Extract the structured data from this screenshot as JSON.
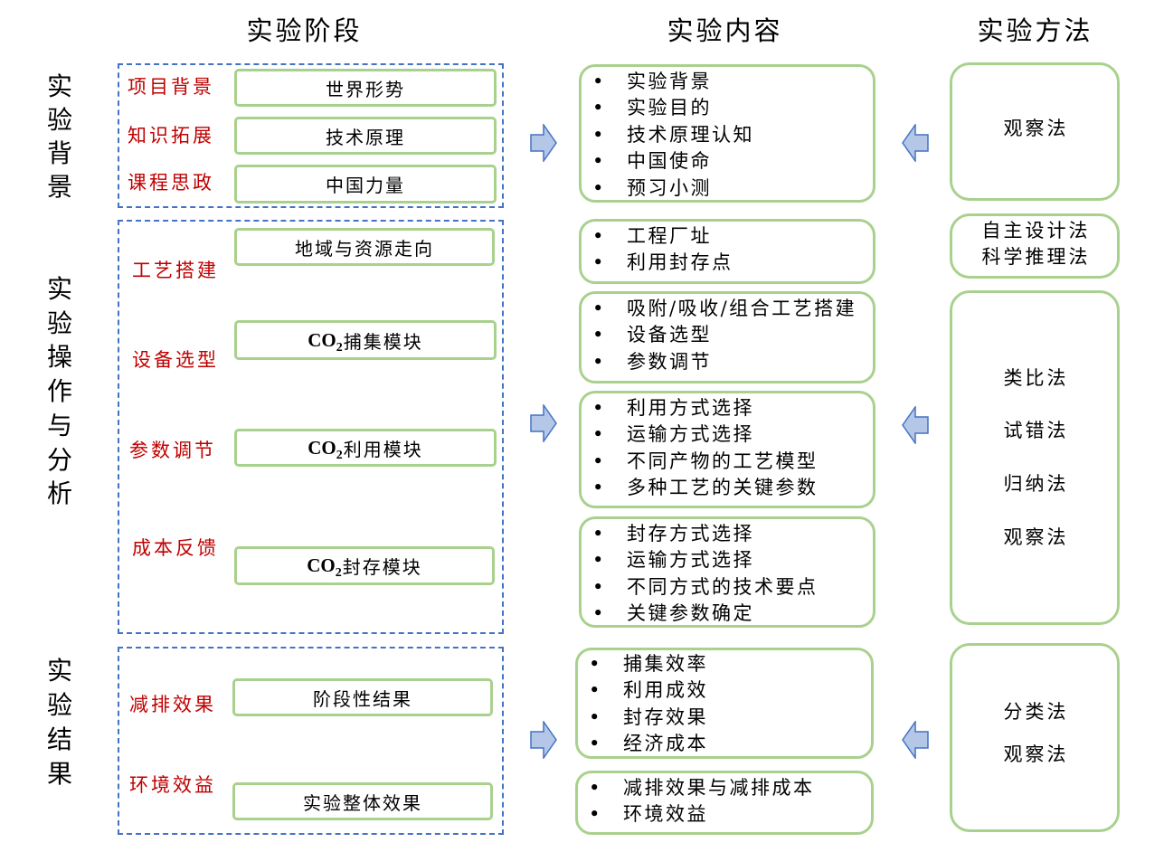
{
  "headers": {
    "stage": "实验阶段",
    "content": "实验内容",
    "method": "实验方法"
  },
  "phases": {
    "background": "实验背景",
    "operation": "实验操作与分析",
    "result": "实验结果"
  },
  "stage_labels": [
    "项目背景",
    "知识拓展",
    "课程思政",
    "工艺搭建",
    "设备选型",
    "参数调节",
    "成本反馈",
    "减排效果",
    "环境效益"
  ],
  "stage_boxes": [
    "世界形势",
    "技术原理",
    "中国力量",
    "地域与资源走向"
  ],
  "modules": [
    {
      "formula": "CO",
      "sub": "2",
      "name": "捕集模块"
    },
    {
      "formula": "CO",
      "sub": "2",
      "name": "利用模块"
    },
    {
      "formula": "CO",
      "sub": "2",
      "name": "封存模块"
    }
  ],
  "result_boxes": [
    "阶段性结果",
    "实验整体效果"
  ],
  "content": [
    [
      "实验背景",
      "实验目的",
      "技术原理认知",
      "中国使命",
      "预习小测"
    ],
    [
      "工程厂址",
      "利用封存点"
    ],
    [
      "吸附/吸收/组合工艺搭建",
      "设备选型",
      "参数调节"
    ],
    [
      "利用方式选择",
      "运输方式选择",
      "不同产物的工艺模型",
      "多种工艺的关键参数"
    ],
    [
      "封存方式选择",
      "运输方式选择",
      "不同方式的技术要点",
      "关键参数确定"
    ],
    [
      "捕集效率",
      "利用成效",
      "封存效果",
      "经济成本"
    ],
    [
      "减排效果与减排成本",
      "环境效益"
    ]
  ],
  "methods": [
    [
      "观察法"
    ],
    [
      "自主设计法",
      "科学推理法"
    ],
    [
      "类比法",
      "试错法",
      "归纳法",
      "观察法"
    ],
    [
      "分类法",
      "观察法"
    ]
  ],
  "colors": {
    "label_red": "#C00000",
    "box_green": "#A9D18E",
    "dashed_blue": "#4472C4",
    "arrow_fill": "#B4C7E7",
    "arrow_stroke": "#4472C4"
  }
}
